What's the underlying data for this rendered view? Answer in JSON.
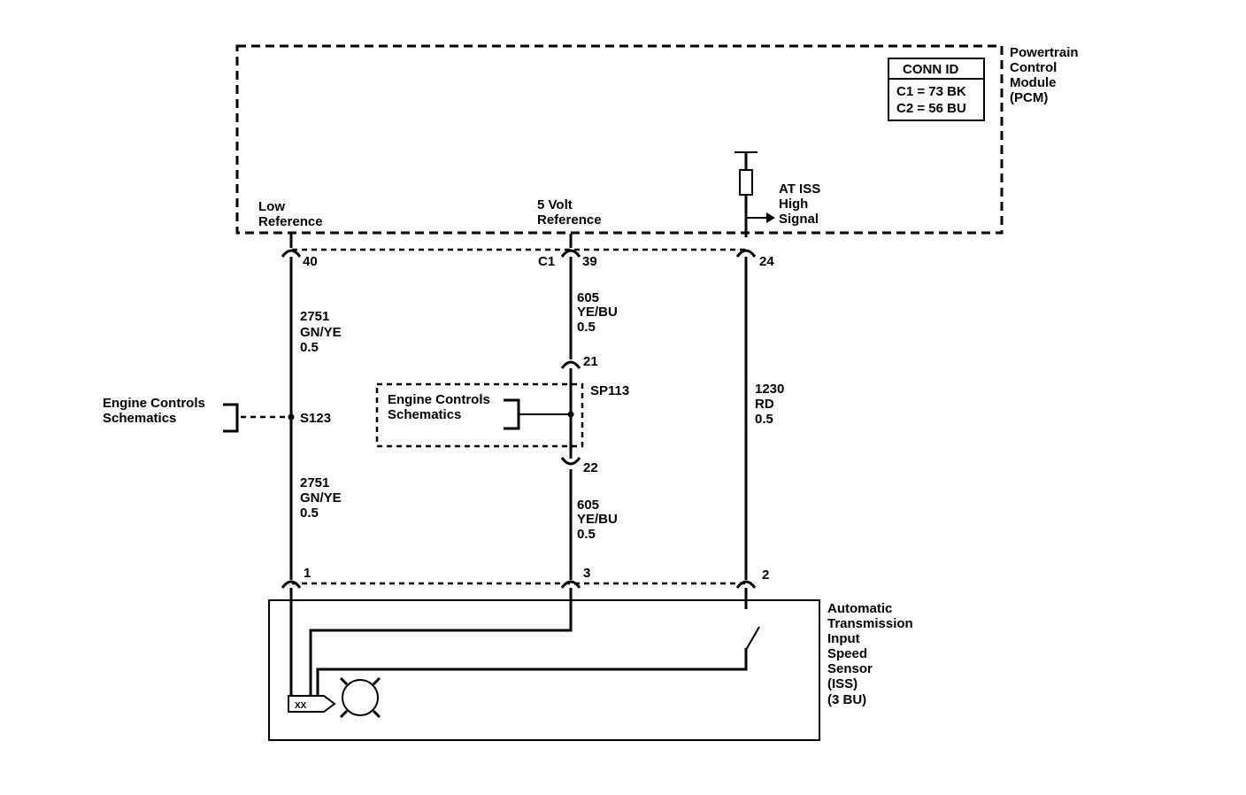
{
  "pcm": {
    "title_lines": [
      "Powertrain",
      "Control",
      "Module",
      "(PCM)"
    ],
    "conn_header": "CONN ID",
    "conn_rows": [
      "C1 = 73 BK",
      "C2 = 56 BU"
    ],
    "labels": {
      "low_ref": [
        "Low",
        "Reference"
      ],
      "five_volt": [
        "5 Volt",
        "Reference"
      ],
      "iss_signal": [
        "AT ISS",
        "High",
        "Signal"
      ]
    },
    "pins": {
      "p40": "40",
      "c1": "C1",
      "p39": "39",
      "p24": "24"
    }
  },
  "wires": {
    "left_upper": [
      "2751",
      "GN/YE",
      "0.5"
    ],
    "left_lower": [
      "2751",
      "GN/YE",
      "0.5"
    ],
    "mid_upper": [
      "605",
      "YE/BU",
      "0.5"
    ],
    "mid_lower": [
      "605",
      "YE/BU",
      "0.5"
    ],
    "right": [
      "1230",
      "RD",
      "0.5"
    ]
  },
  "splices": {
    "s123": "S123",
    "sp113": "SP113",
    "ref_left": [
      "Engine Controls",
      "Schematics"
    ],
    "ref_mid": [
      "Engine Controls",
      "Schematics"
    ]
  },
  "inline_pins": {
    "p21": "21",
    "p22": "22"
  },
  "sensor": {
    "title_lines": [
      "Automatic",
      "Transmission",
      "Input",
      "Speed",
      "Sensor",
      "(ISS)",
      "(3 BU)"
    ],
    "pins": {
      "p1": "1",
      "p3": "3",
      "p2": "2"
    }
  }
}
